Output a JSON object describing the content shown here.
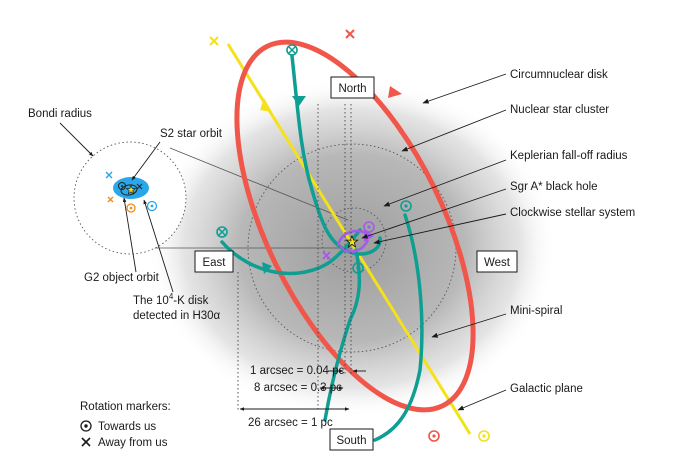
{
  "labels": {
    "bondi_radius": "Bondi radius",
    "s2_star_orbit": "S2 star orbit",
    "g2_object_orbit": "G2 object orbit",
    "disk_line1": "The 10",
    "disk_sup": "4",
    "disk_line1_tail": "-K disk",
    "disk_line2": "detected in H30α",
    "circumnuclear_disk": "Circumnuclear disk",
    "nuclear_star_cluster": "Nuclear star cluster",
    "keplerian_falloff": "Keplerian fall-off radius",
    "sgr_a": "Sgr A* black hole",
    "clockwise_system": "Clockwise stellar system",
    "mini_spiral": "Mini-spiral",
    "galactic_plane": "Galactic plane"
  },
  "directions": {
    "north": "North",
    "south": "South",
    "east": "East",
    "west": "West"
  },
  "scales": {
    "s1": "1 arcsec = 0.04 pc",
    "s8": "8 arcsec = 0.3 pc",
    "s26": "26 arcsec = 1 pc"
  },
  "legend": {
    "title": "Rotation markers:",
    "towards": "Towards us",
    "away": "Away from us"
  },
  "colors": {
    "circumnuclear": "#f0564a",
    "minispiral": "#0f9e92",
    "galactic": "#f5e11a",
    "cluster_halo": "#9a9a9a",
    "disk": "#2aa7e8",
    "s2": "#222222",
    "g2": "#f08c1a",
    "clockwise": "#a35be8"
  }
}
